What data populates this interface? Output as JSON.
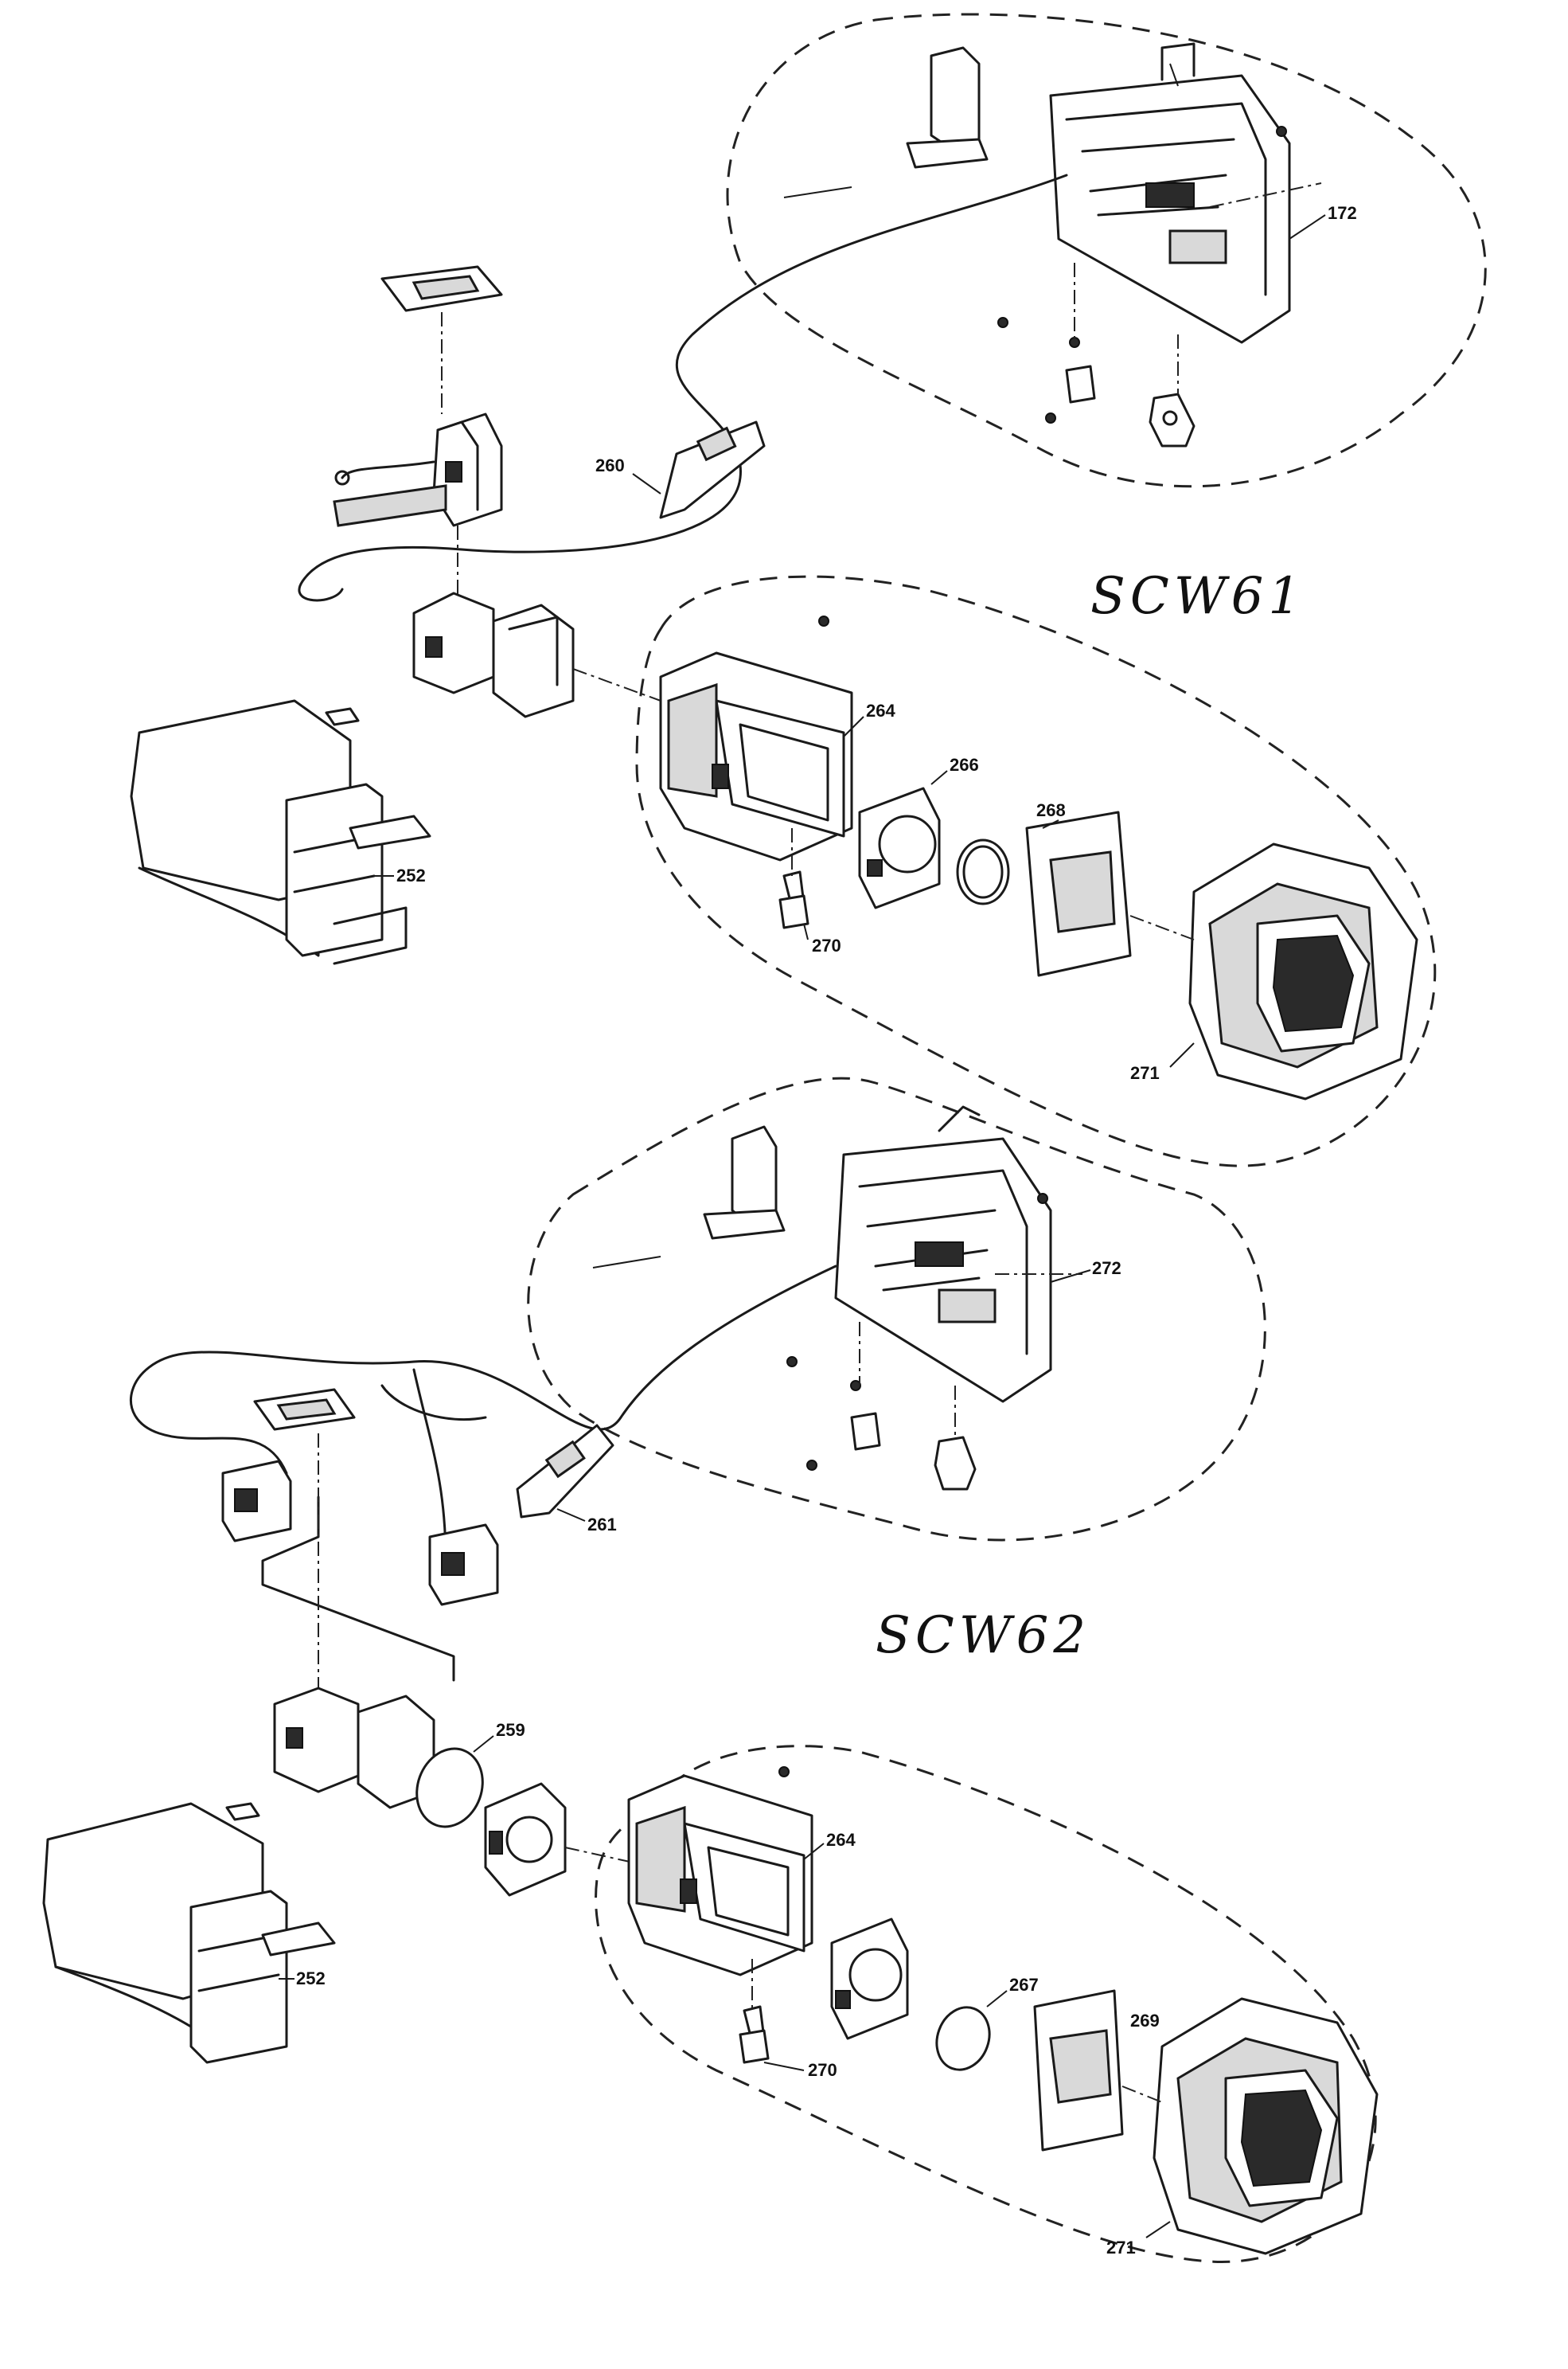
{
  "sections": [
    {
      "title": "SCW61"
    },
    {
      "title": "SCW62"
    }
  ],
  "labels": {
    "p172": "172",
    "p260": "260",
    "p264a": "264",
    "p266": "266",
    "p268": "268",
    "p252a": "252",
    "p270a": "270",
    "p271a": "271",
    "p272": "272",
    "p261": "261",
    "p259": "259",
    "p264b": "264",
    "p252b": "252",
    "p267": "267",
    "p269": "269",
    "p270b": "270",
    "p271b": "271"
  }
}
